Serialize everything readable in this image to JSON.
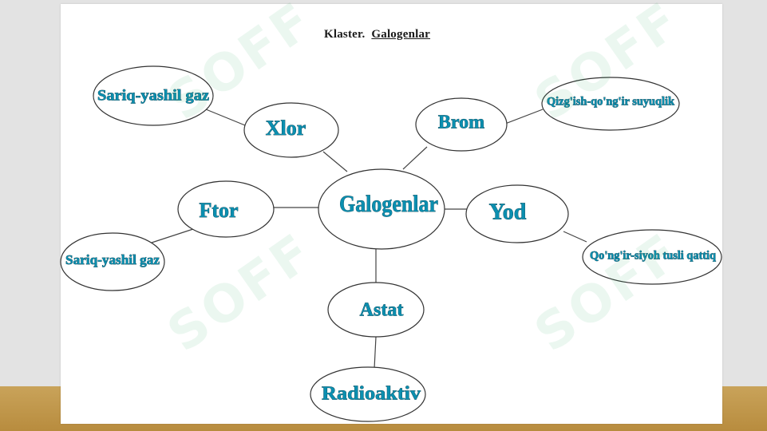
{
  "title": {
    "prefix": "Klaster.",
    "main": "Galogenlar"
  },
  "nodes": {
    "center": "Galogenlar",
    "xlor": "Xlor",
    "brom": "Brom",
    "ftor": "Ftor",
    "yod": "Yod",
    "astat": "Astat",
    "xlor_prop": "Sariq-yashil gaz",
    "brom_prop": "Qizg'ish-qo'ng'ir suyuqlik",
    "ftor_prop": "Sariq-yashil gaz",
    "yod_prop": "Qo'ng'ir-siyoh tusli qattiq",
    "astat_prop": "Radioaktiv"
  },
  "watermark": "SOFF",
  "colors": {
    "label": "#0b8fb0",
    "line": "#444444",
    "band": "#c9a35a"
  }
}
